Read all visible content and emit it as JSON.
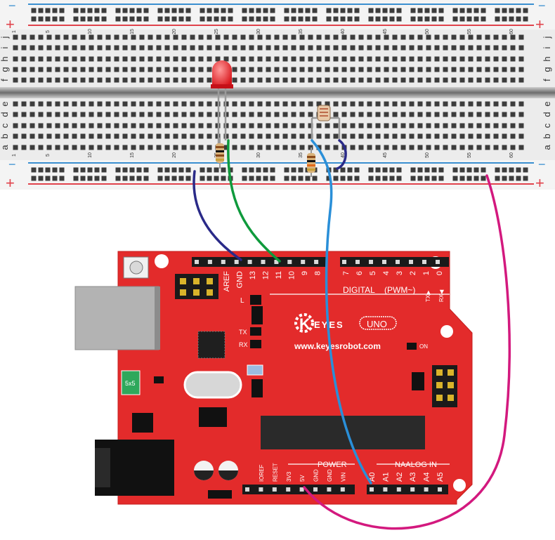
{
  "breadboard": {
    "row_letters_top": [
      "j",
      "i",
      "h",
      "g",
      "f"
    ],
    "row_letters_bottom": [
      "e",
      "d",
      "c",
      "b",
      "a"
    ],
    "column_numbers": [
      "1",
      "5",
      "10",
      "15",
      "20",
      "25",
      "30",
      "35",
      "40",
      "45",
      "50",
      "55",
      "60"
    ],
    "plus_sign": "+",
    "minus_sign": "−"
  },
  "board": {
    "brand_letter": "K",
    "brand_rest": "EYES",
    "model": "UNO",
    "website": "www.keyesrobot.com",
    "digital_label": "DIGITAL",
    "pwm_label": "(PWM~)",
    "power_label": "POWER",
    "analog_label": "NAALOG  IN",
    "led_l": "L",
    "led_tx": "TX",
    "led_rx": "RX",
    "led_on": "ON",
    "fuse": "5x5",
    "digital_pins_left": [
      "AREF",
      "GND",
      "13",
      "12",
      "11",
      "10",
      "9",
      "8"
    ],
    "digital_pins_right": [
      "7",
      "6",
      "5",
      "4",
      "3",
      "2",
      "1",
      "0"
    ],
    "tx_rx_mark": [
      "TX▶",
      "RX◀"
    ],
    "power_pins": [
      "IOREF",
      "RESET",
      "3V3",
      "5V",
      "GND",
      "GND",
      "VIN"
    ],
    "analog_pins": [
      "A0",
      "A1",
      "A2",
      "A3",
      "A4",
      "A5"
    ]
  },
  "colors": {
    "board_red": "#e32b2b",
    "wire_navy": "#2a2a88",
    "wire_green": "#0f9a3c",
    "wire_blue": "#2a8fd8",
    "wire_magenta": "#d3197e",
    "rail_red": "#e0434c",
    "rail_blue": "#3a8fd0"
  }
}
